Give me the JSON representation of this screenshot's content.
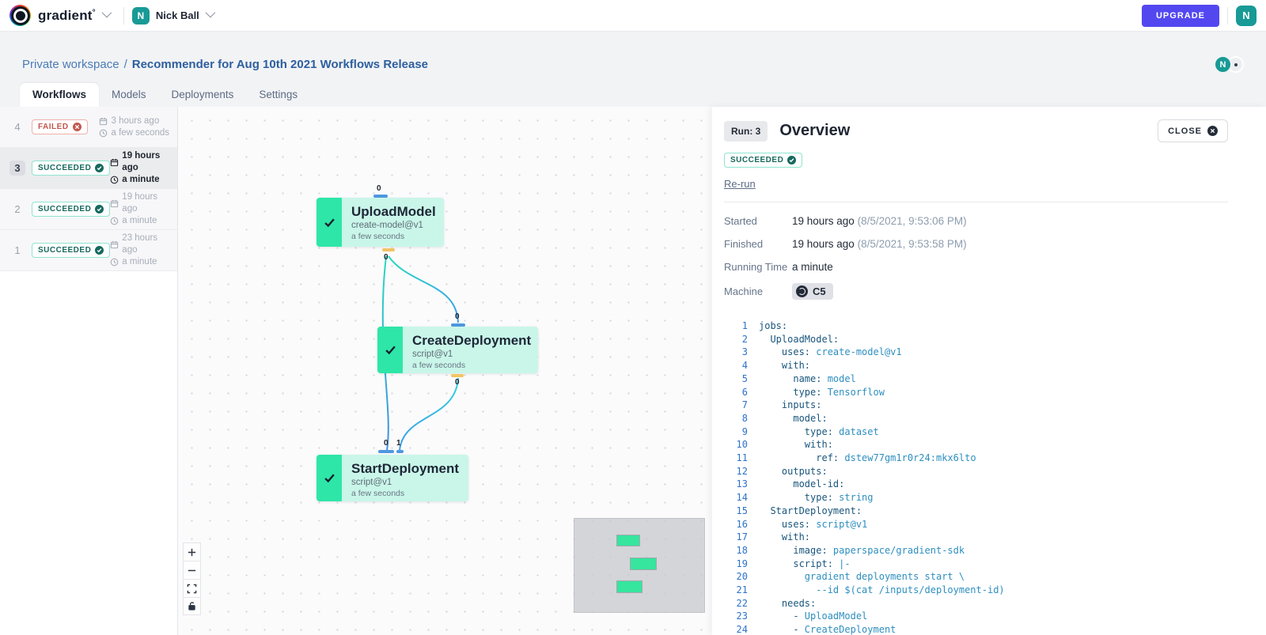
{
  "colors": {
    "accent_green": "#2ee6a7",
    "node_bg": "#c9f6e9",
    "port_in": "#4f97e0",
    "port_out": "#f2c464",
    "edge_teal": "#2bd9c0",
    "edge_blue": "#3b9fe8",
    "upgrade": "#5348f0",
    "succeeded": "#17695e",
    "failed": "#c2574e",
    "avatar_teal": "#189a96"
  },
  "navbar": {
    "brand": "gradient",
    "brand_mark": "°",
    "workspace_initial": "N",
    "workspace_name": "Nick Ball",
    "upgrade_label": "UPGRADE",
    "avatar_initial": "N"
  },
  "header": {
    "breadcrumb_parent": "Private workspace",
    "breadcrumb_separator": "/",
    "breadcrumb_current": "Recommender for Aug 10th 2021 Workflows Release",
    "avatar_initial": "N",
    "tabs": [
      {
        "label": "Workflows",
        "active": true
      },
      {
        "label": "Models",
        "active": false
      },
      {
        "label": "Deployments",
        "active": false
      },
      {
        "label": "Settings",
        "active": false
      }
    ]
  },
  "runs": [
    {
      "number": "4",
      "status": "FAILED",
      "time": "3 hours ago",
      "duration": "a few seconds",
      "selected": false
    },
    {
      "number": "3",
      "status": "SUCCEEDED",
      "time": "19 hours ago",
      "duration": "a minute",
      "selected": true
    },
    {
      "number": "2",
      "status": "SUCCEEDED",
      "time": "19 hours ago",
      "duration": "a minute",
      "selected": false
    },
    {
      "number": "1",
      "status": "SUCCEEDED",
      "time": "23 hours ago",
      "duration": "a minute",
      "selected": false
    }
  ],
  "graph": {
    "nodes": [
      {
        "title": "UploadModel",
        "action": "create-model@v1",
        "duration": "a few seconds",
        "status": "succeeded",
        "input_labels": [
          "0"
        ],
        "output_labels": [
          "0"
        ]
      },
      {
        "title": "CreateDeployment",
        "action": "script@v1",
        "duration": "a few seconds",
        "status": "succeeded",
        "input_labels": [
          "0"
        ],
        "output_labels": [
          "0"
        ]
      },
      {
        "title": "StartDeployment",
        "action": "script@v1",
        "duration": "a few seconds",
        "status": "succeeded",
        "input_labels": [
          "0",
          "1"
        ],
        "output_labels": []
      }
    ],
    "edges": [
      {
        "from": "UploadModel",
        "to": "CreateDeployment"
      },
      {
        "from": "UploadModel",
        "to": "StartDeployment"
      },
      {
        "from": "CreateDeployment",
        "to": "StartDeployment"
      }
    ]
  },
  "panel": {
    "run_chip": "Run: 3",
    "title": "Overview",
    "close_label": "CLOSE",
    "status": "SUCCEEDED",
    "rerun_label": "Re-run",
    "details": [
      {
        "label": "Started",
        "value": "19 hours ago",
        "extra": "(8/5/2021, 9:53:06 PM)"
      },
      {
        "label": "Finished",
        "value": "19 hours ago",
        "extra": "(8/5/2021, 9:53:58 PM)"
      },
      {
        "label": "Running Time",
        "value": "a minute",
        "extra": ""
      },
      {
        "label": "Machine",
        "value": "C5",
        "extra": ""
      }
    ],
    "code": {
      "lines": [
        {
          "n": 1,
          "parts": [
            [
              "k",
              "jobs:"
            ]
          ]
        },
        {
          "n": 2,
          "parts": [
            [
              "k",
              "  UploadModel:"
            ]
          ]
        },
        {
          "n": 3,
          "parts": [
            [
              "k",
              "    uses:"
            ],
            [
              "v",
              " create-model@v1"
            ]
          ]
        },
        {
          "n": 4,
          "parts": [
            [
              "k",
              "    with:"
            ]
          ]
        },
        {
          "n": 5,
          "parts": [
            [
              "k",
              "      name:"
            ],
            [
              "v",
              " model"
            ]
          ]
        },
        {
          "n": 6,
          "parts": [
            [
              "k",
              "      type:"
            ],
            [
              "v",
              " Tensorflow"
            ]
          ]
        },
        {
          "n": 7,
          "parts": [
            [
              "k",
              "    inputs:"
            ]
          ]
        },
        {
          "n": 8,
          "parts": [
            [
              "k",
              "      model:"
            ]
          ]
        },
        {
          "n": 9,
          "parts": [
            [
              "k",
              "        type:"
            ],
            [
              "v",
              " dataset"
            ]
          ]
        },
        {
          "n": 10,
          "parts": [
            [
              "k",
              "        with:"
            ]
          ]
        },
        {
          "n": 11,
          "parts": [
            [
              "k",
              "          ref:"
            ],
            [
              "v",
              " dstew77gm1r0r24:mkx6lto"
            ]
          ]
        },
        {
          "n": 12,
          "parts": [
            [
              "k",
              "    outputs:"
            ]
          ]
        },
        {
          "n": 13,
          "parts": [
            [
              "k",
              "      model-id:"
            ]
          ]
        },
        {
          "n": 14,
          "parts": [
            [
              "k",
              "        type:"
            ],
            [
              "v",
              " string"
            ]
          ]
        },
        {
          "n": 15,
          "parts": [
            [
              "k",
              "  StartDeployment:"
            ]
          ]
        },
        {
          "n": 16,
          "parts": [
            [
              "k",
              "    uses:"
            ],
            [
              "v",
              " script@v1"
            ]
          ]
        },
        {
          "n": 17,
          "parts": [
            [
              "k",
              "    with:"
            ]
          ]
        },
        {
          "n": 18,
          "parts": [
            [
              "k",
              "      image:"
            ],
            [
              "v",
              " paperspace/gradient-sdk"
            ]
          ]
        },
        {
          "n": 19,
          "parts": [
            [
              "k",
              "      script:"
            ],
            [
              "v",
              " |-"
            ]
          ]
        },
        {
          "n": 20,
          "parts": [
            [
              "v",
              "        gradient deployments start \\"
            ]
          ]
        },
        {
          "n": 21,
          "parts": [
            [
              "v",
              "          --id $(cat /inputs/deployment-id)"
            ]
          ]
        },
        {
          "n": 22,
          "parts": [
            [
              "k",
              "    needs:"
            ]
          ]
        },
        {
          "n": 23,
          "parts": [
            [
              "k",
              "      -"
            ],
            [
              "v",
              " UploadModel"
            ]
          ]
        },
        {
          "n": 24,
          "parts": [
            [
              "k",
              "      -"
            ],
            [
              "v",
              " CreateDeployment"
            ]
          ]
        }
      ]
    }
  }
}
